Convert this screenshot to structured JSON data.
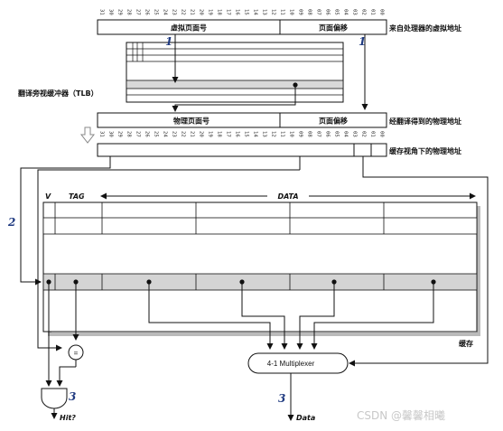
{
  "bits_top": [
    "31",
    "30",
    "29",
    "28",
    "27",
    "26",
    "25",
    "24",
    "23",
    "22",
    "21",
    "20",
    "19",
    "18",
    "17",
    "16",
    "15",
    "14",
    "13",
    "12",
    "11",
    "10",
    "09",
    "08",
    "07",
    "06",
    "05",
    "04",
    "03",
    "02",
    "01",
    "00"
  ],
  "bits_phys": [
    "31",
    "30",
    "29",
    "28",
    "27",
    "26",
    "25",
    "24",
    "23",
    "22",
    "21",
    "20",
    "19",
    "18",
    "17",
    "16",
    "15",
    "14",
    "13",
    "12",
    "11",
    "10",
    "09",
    "08",
    "07",
    "06",
    "05",
    "04",
    "03",
    "02",
    "01",
    "00"
  ],
  "virtual_addr": {
    "page_label": "虚拟页面号",
    "offset_label": "页面偏移",
    "caption": "来自处理器的虚拟地址"
  },
  "tlb": {
    "caption": "翻译旁视缓冲器（TLB）"
  },
  "physical_addr": {
    "page_label": "物理页面号",
    "offset_label": "页面偏移",
    "caption": "经翻译得到的物理地址"
  },
  "cache_view": {
    "caption": "缓存视角下的物理地址"
  },
  "cache": {
    "v_label": "V",
    "tag_label": "TAG",
    "data_label": "DATA",
    "caption": "缓存"
  },
  "step_numbers": {
    "s1a": "1",
    "s1b": "1",
    "s2": "2",
    "s3a": "3",
    "s3b": "3"
  },
  "compare_symbol": "=",
  "mux_label": "4-1 Multiplexer",
  "outputs": {
    "hit": "Hit?",
    "data": "Data"
  },
  "watermark": "CSDN @馨馨相曦"
}
